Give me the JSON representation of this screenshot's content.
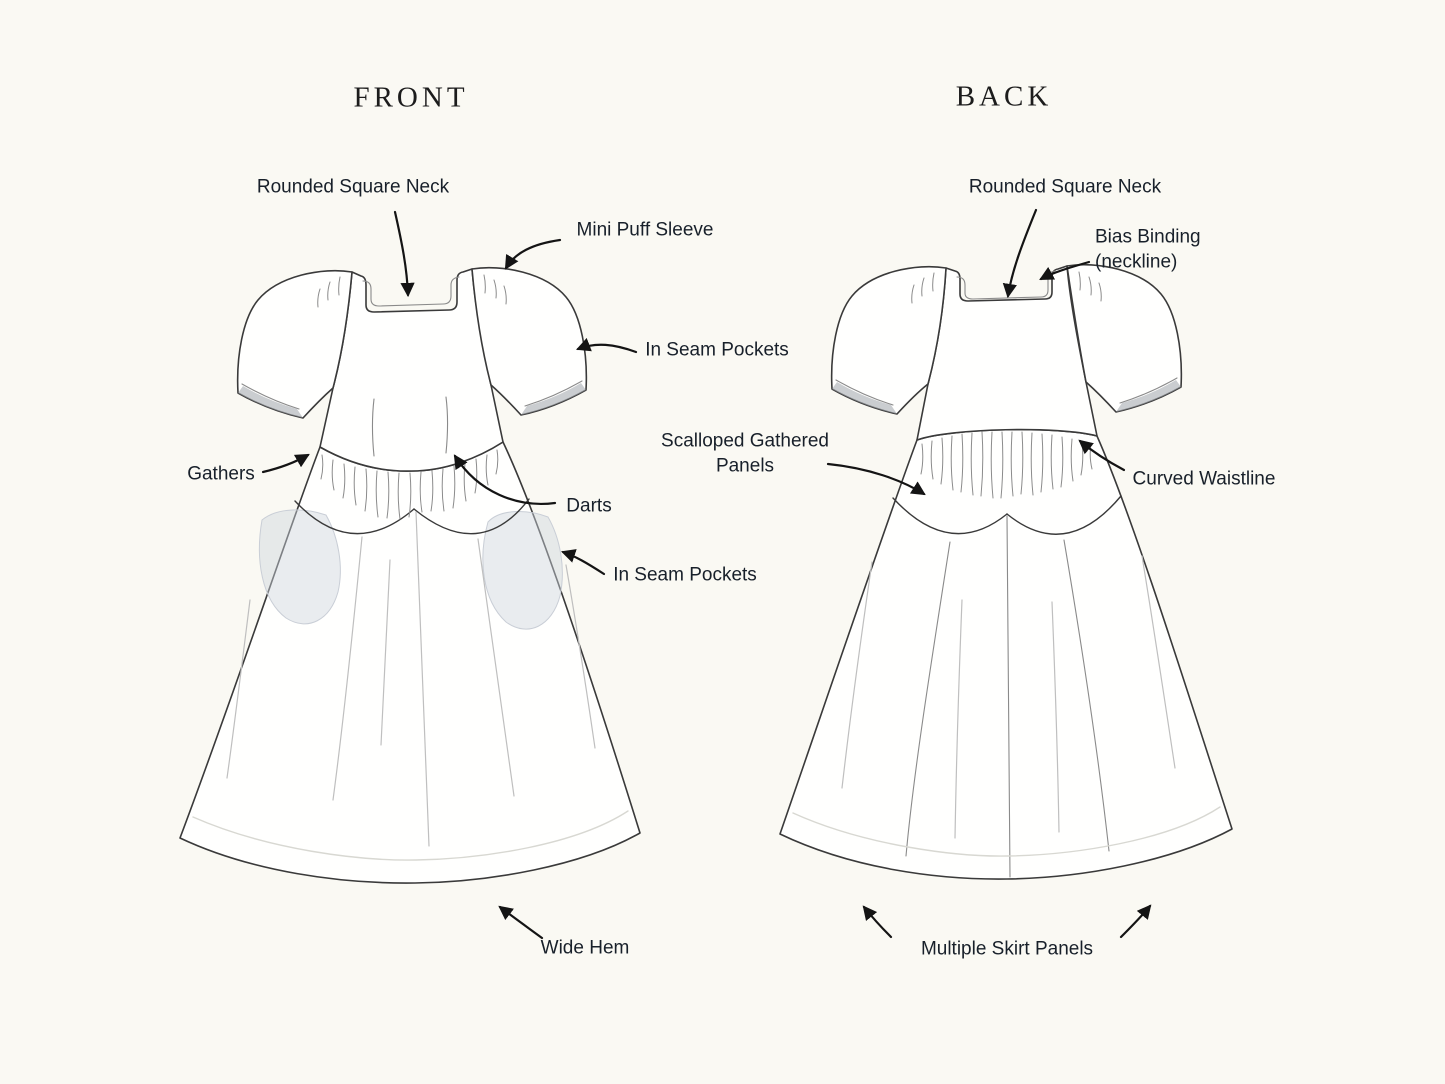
{
  "colors": {
    "background": "#faf9f3",
    "line": "#3a3a3a",
    "label": "#18202a"
  },
  "front": {
    "title": "FRONT",
    "labels": {
      "rounded_square_neck": "Rounded Square Neck",
      "mini_puff_sleeve": "Mini Puff Sleeve",
      "in_seam_pockets_top": "In Seam Pockets",
      "gathers": "Gathers",
      "darts": "Darts",
      "in_seam_pockets_bottom": "In Seam Pockets",
      "wide_hem": "Wide Hem"
    }
  },
  "back": {
    "title": "BACK",
    "labels": {
      "rounded_square_neck": "Rounded Square Neck",
      "bias_binding": "Bias Binding",
      "bias_binding_sub": "(neckline)",
      "scalloped_gathered": "Scalloped Gathered",
      "scalloped_gathered_sub": "Panels",
      "curved_waistline": "Curved Waistline",
      "multiple_skirt_panels": "Multiple Skirt Panels"
    }
  }
}
